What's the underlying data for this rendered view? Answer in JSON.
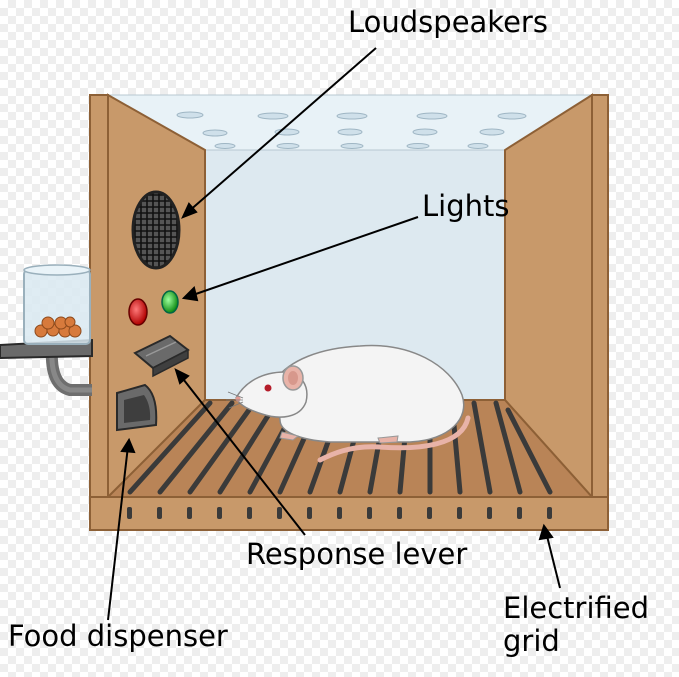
{
  "labels": {
    "loudspeakers": "Loudspeakers",
    "lights": "Lights",
    "response_lever": "Response lever",
    "food_dispenser": "Food dispenser",
    "electrified_grid_line1": "Electrified",
    "electrified_grid_line2": "grid"
  },
  "colors": {
    "wood": "#c8996a",
    "wood_dark": "#9c6e44",
    "floor": "#b98457",
    "glass": "#dde9f0",
    "bar": "#3a3a3a",
    "rat": "#f4f4f4",
    "tail": "#e8b3a8",
    "light_red": "#e0191f",
    "light_green": "#27c42c",
    "pellet": "#d77a3c"
  }
}
